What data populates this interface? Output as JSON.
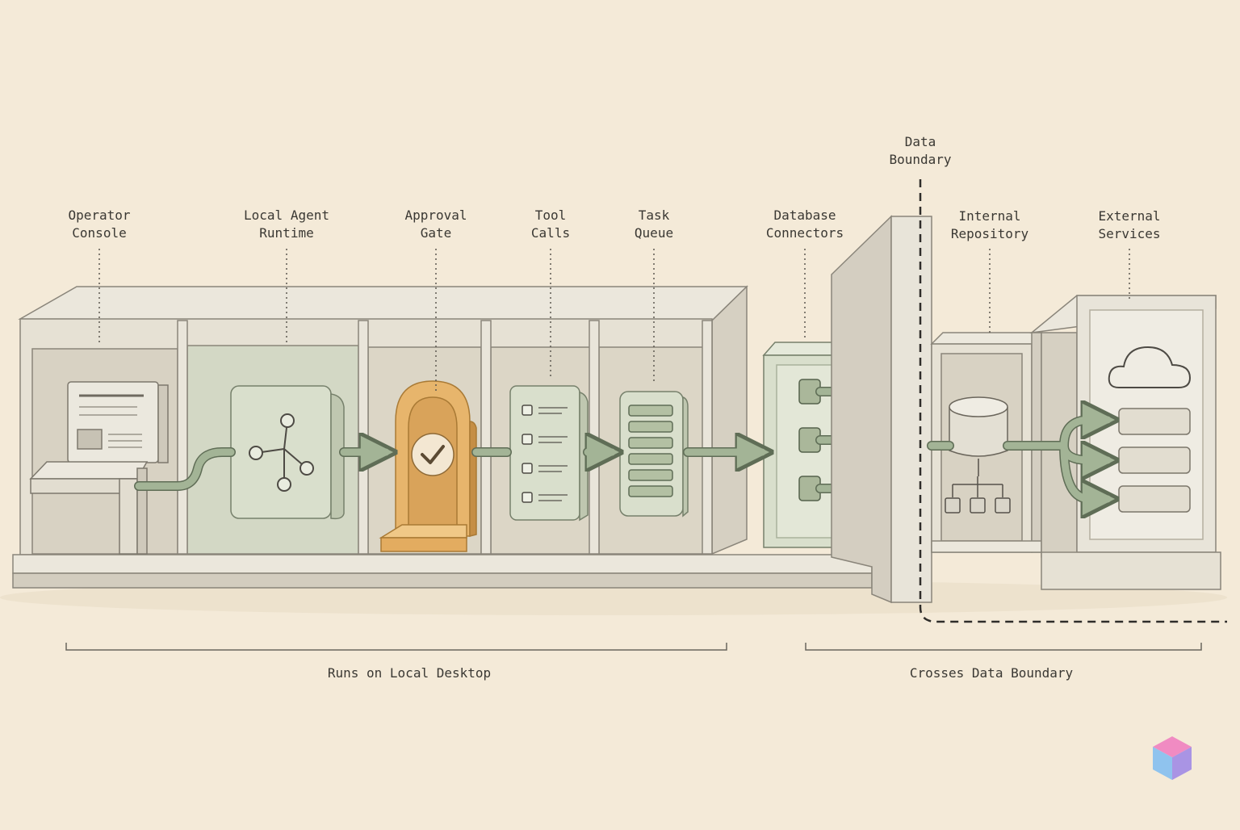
{
  "labels": {
    "operator_console": [
      "Operator",
      "Console"
    ],
    "local_agent_runtime": [
      "Local Agent",
      "Runtime"
    ],
    "approval_gate": [
      "Approval",
      "Gate"
    ],
    "tool_calls": [
      "Tool",
      "Calls"
    ],
    "task_queue": [
      "Task",
      "Queue"
    ],
    "database_connectors": [
      "Database",
      "Connectors"
    ],
    "data_boundary": [
      "Data",
      "Boundary"
    ],
    "internal_repository": [
      "Internal",
      "Repository"
    ],
    "external_services": [
      "External",
      "Services"
    ]
  },
  "sections": {
    "local": "Runs on Local Desktop",
    "crosses": "Crosses Data Boundary"
  },
  "colors": {
    "background": "#f4ead8",
    "shelf": "#e6e1d4",
    "shelf_dark": "#cfc9ba",
    "module_green": "#d7ddc9",
    "arrow_green": "#a3b496",
    "gate_orange": "#e7b56c",
    "ink": "#3a3833"
  },
  "icons": {
    "runtime": "graph-nodes-icon",
    "gate": "checkmark-icon",
    "external": "cloud-icon",
    "repository": "database-cylinder-icon",
    "brand": "cube-logo-icon"
  }
}
